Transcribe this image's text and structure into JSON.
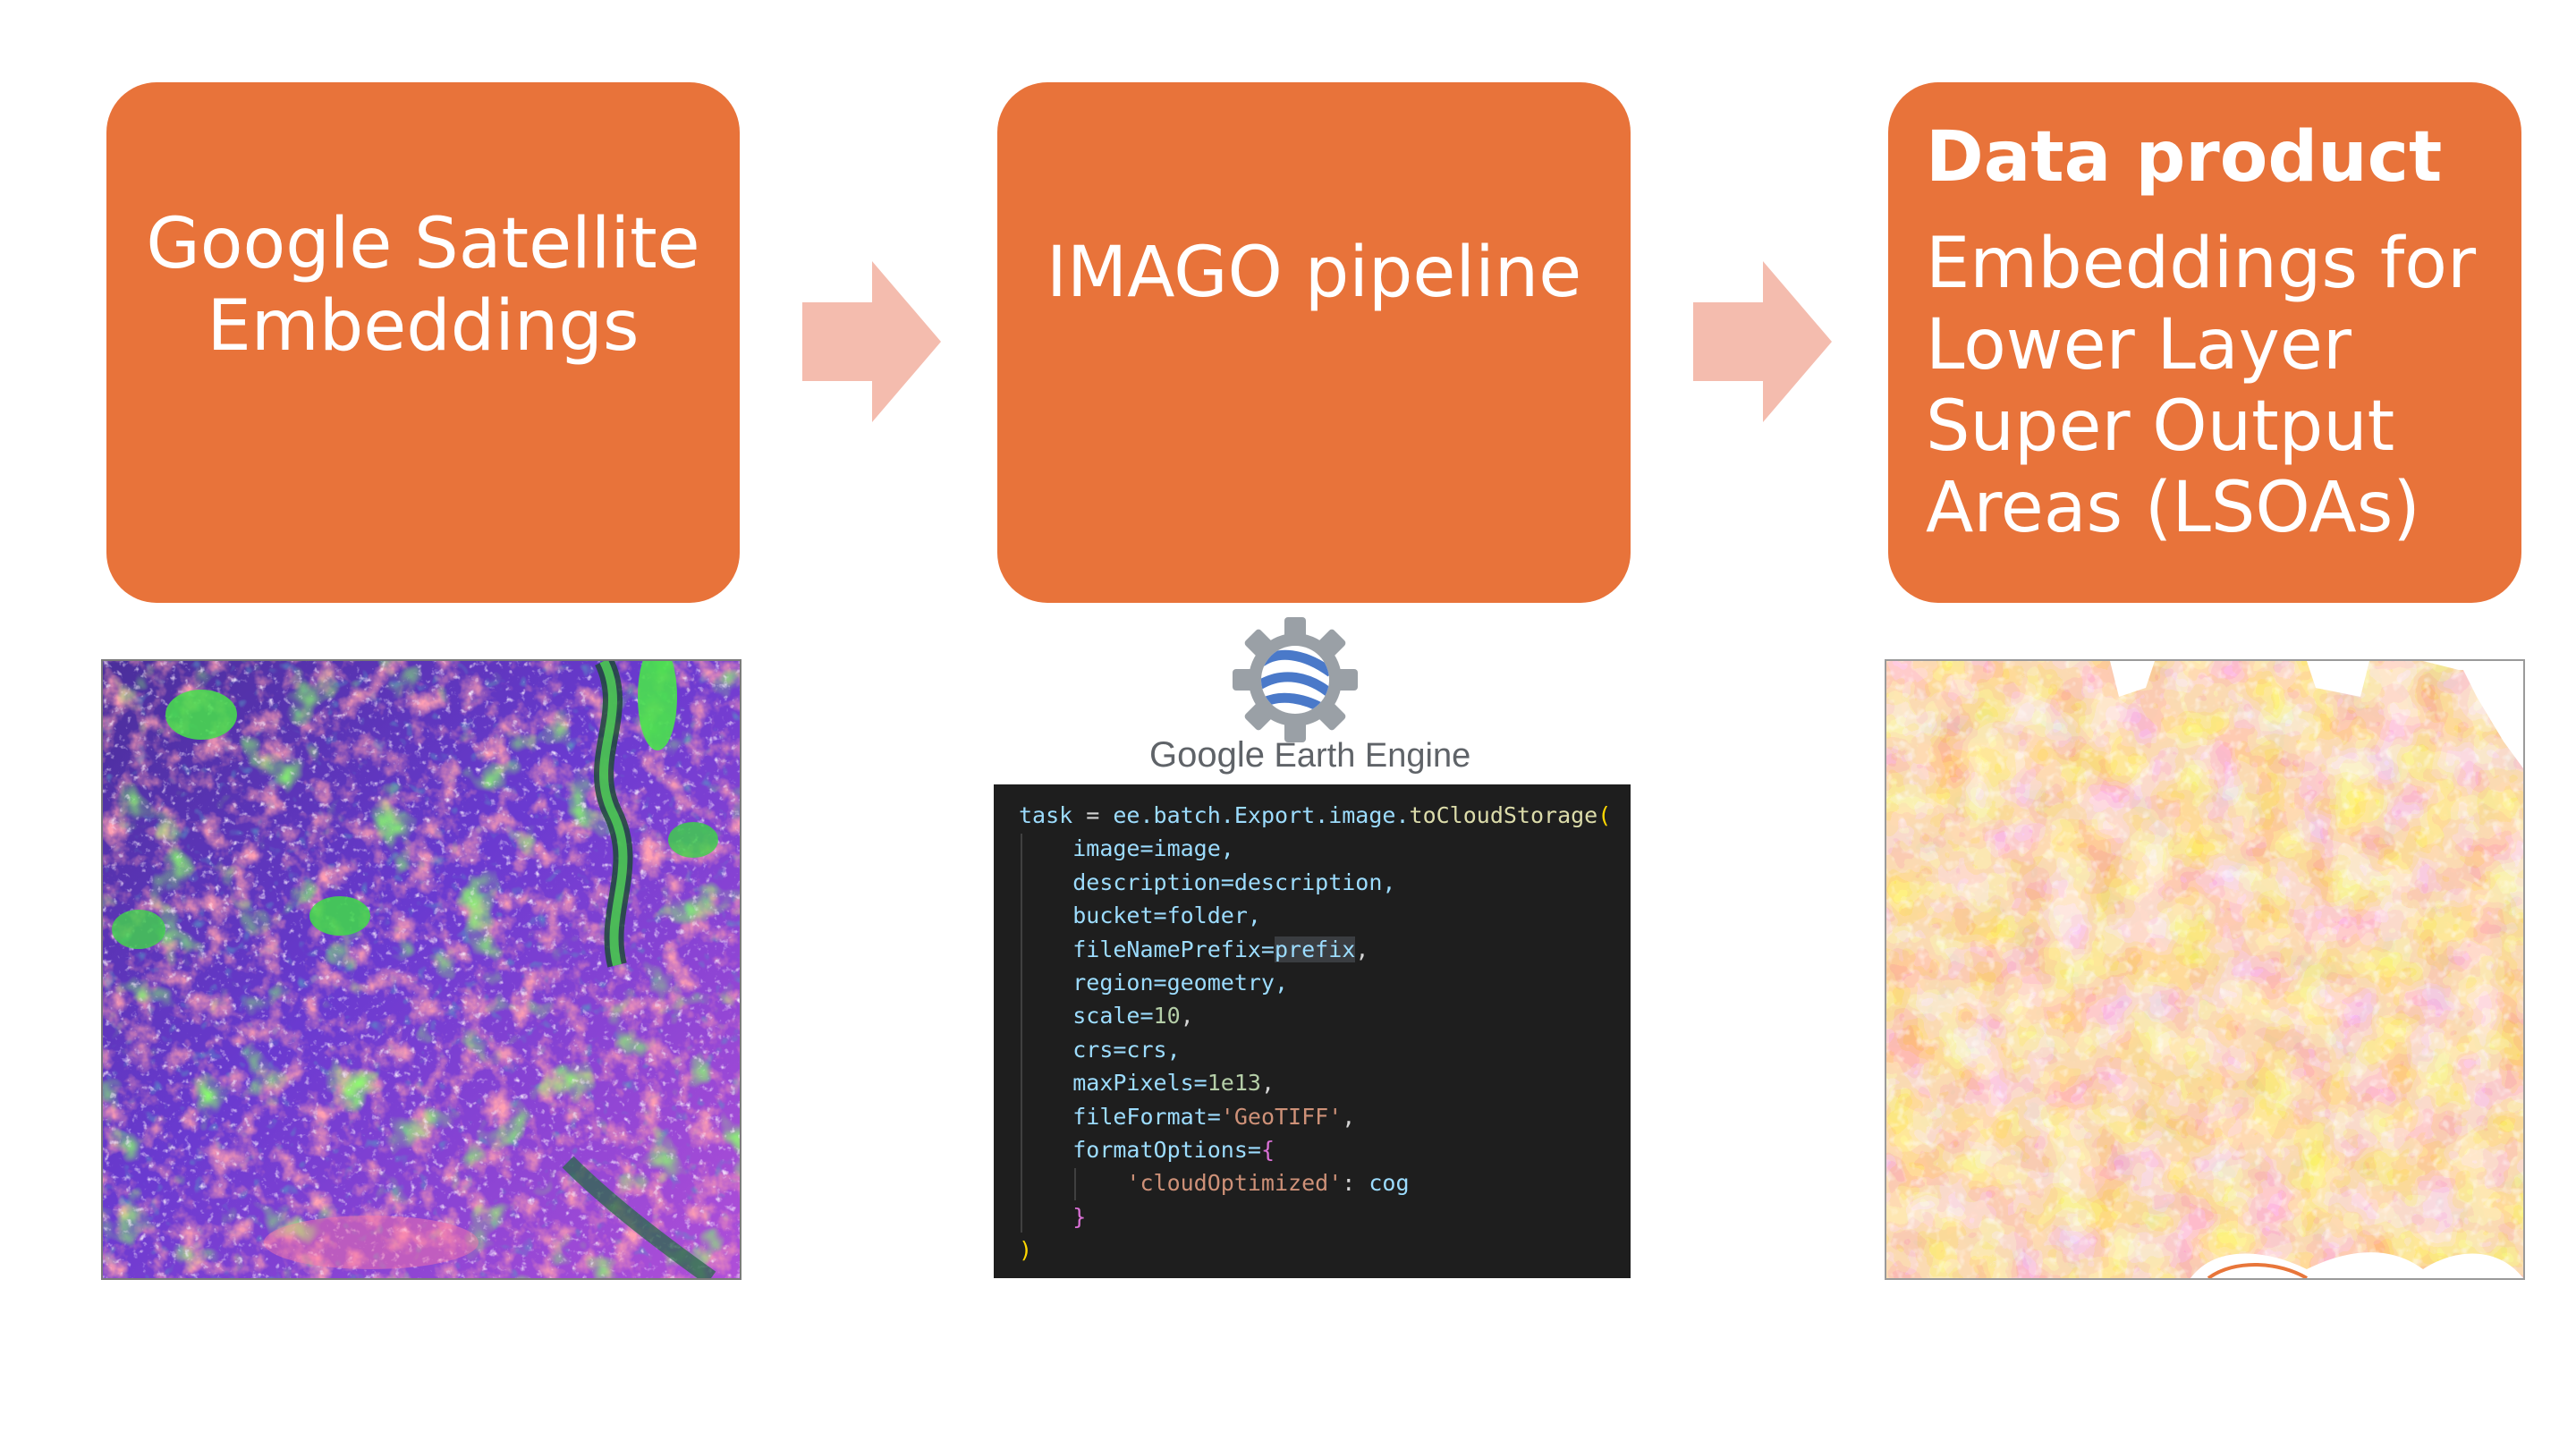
{
  "flow": {
    "step1": {
      "line1": "Google Satellite",
      "line2": "Embeddings"
    },
    "step2": {
      "title": "IMAGO pipeline"
    },
    "step3": {
      "heading": "Data product",
      "line1": "Embeddings for",
      "line2": "Lower Layer",
      "line3": "Super Output",
      "line4": "Areas (LSOAs)"
    }
  },
  "colors": {
    "box": "#E8733A",
    "arrow": "#F4BCAE",
    "code_bg": "#1e1e1e"
  },
  "gee": {
    "icon": "google-earth-engine-icon",
    "label_brand": "Google",
    "label_product": " Earth Engine"
  },
  "code": {
    "l1_var": "task",
    "l1_eq": " = ",
    "l1_obj": "ee.batch.Export.image.",
    "l1_fn": "toCloudStorage",
    "l1_open": "(",
    "l2": "image=image,",
    "l3": "description=description,",
    "l4": "bucket=folder,",
    "l5_a": "fileNamePrefix=",
    "l5_b": "prefix",
    "l5_c": ",",
    "l6": "region=geometry,",
    "l7_a": "scale=",
    "l7_b": "10",
    "l7_c": ",",
    "l8": "crs=crs,",
    "l9_a": "maxPixels=",
    "l9_b": "1e13",
    "l9_c": ",",
    "l10_a": "fileFormat=",
    "l10_b": "'GeoTIFF'",
    "l10_c": ",",
    "l11_a": "formatOptions=",
    "l11_b": "{",
    "l12_a": "'cloudOptimized'",
    "l12_b": ": ",
    "l12_c": "cog",
    "l13": "}",
    "l14": ")"
  },
  "images": {
    "left": "satellite-embedding-image",
    "right": "lsoa-choropleth-map"
  }
}
